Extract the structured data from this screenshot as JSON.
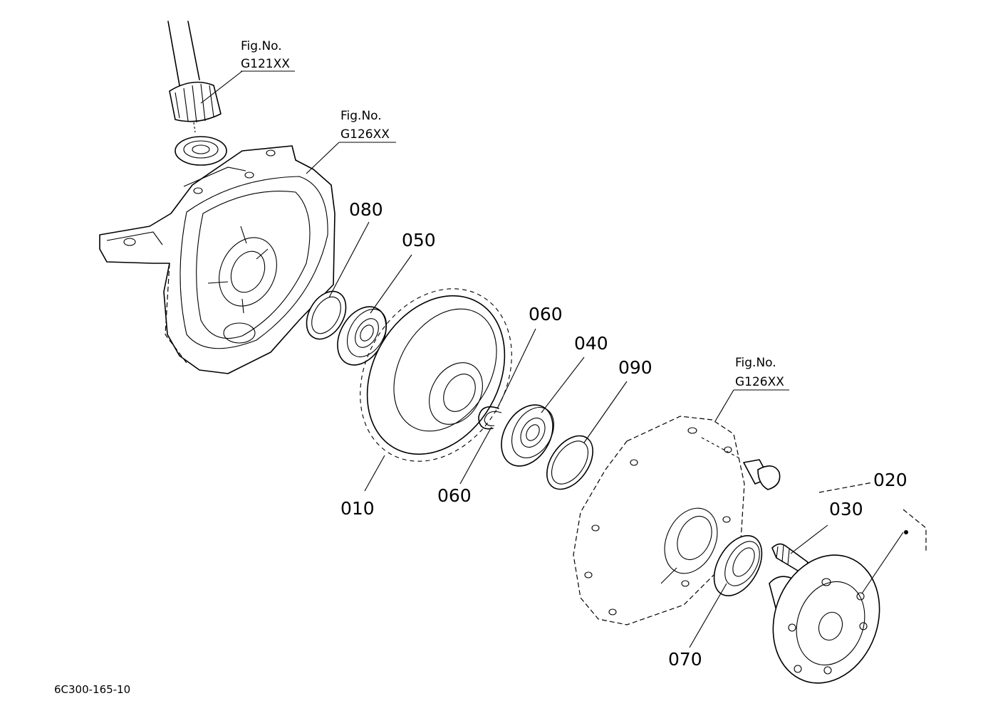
{
  "parts": {
    "p010": "010",
    "p020": "020",
    "p030": "030",
    "p040": "040",
    "p050": "050",
    "p060a": "060",
    "p060b": "060",
    "p070": "070",
    "p080": "080",
    "p090": "090"
  },
  "figrefs": {
    "ref1": {
      "prefix": "Fig.No.",
      "code": "G121XX"
    },
    "ref2": {
      "prefix": "Fig.No.",
      "code": "G126XX"
    },
    "ref3": {
      "prefix": "Fig.No.",
      "code": "G126XX"
    }
  },
  "drawing_code": "6C300-165-10"
}
